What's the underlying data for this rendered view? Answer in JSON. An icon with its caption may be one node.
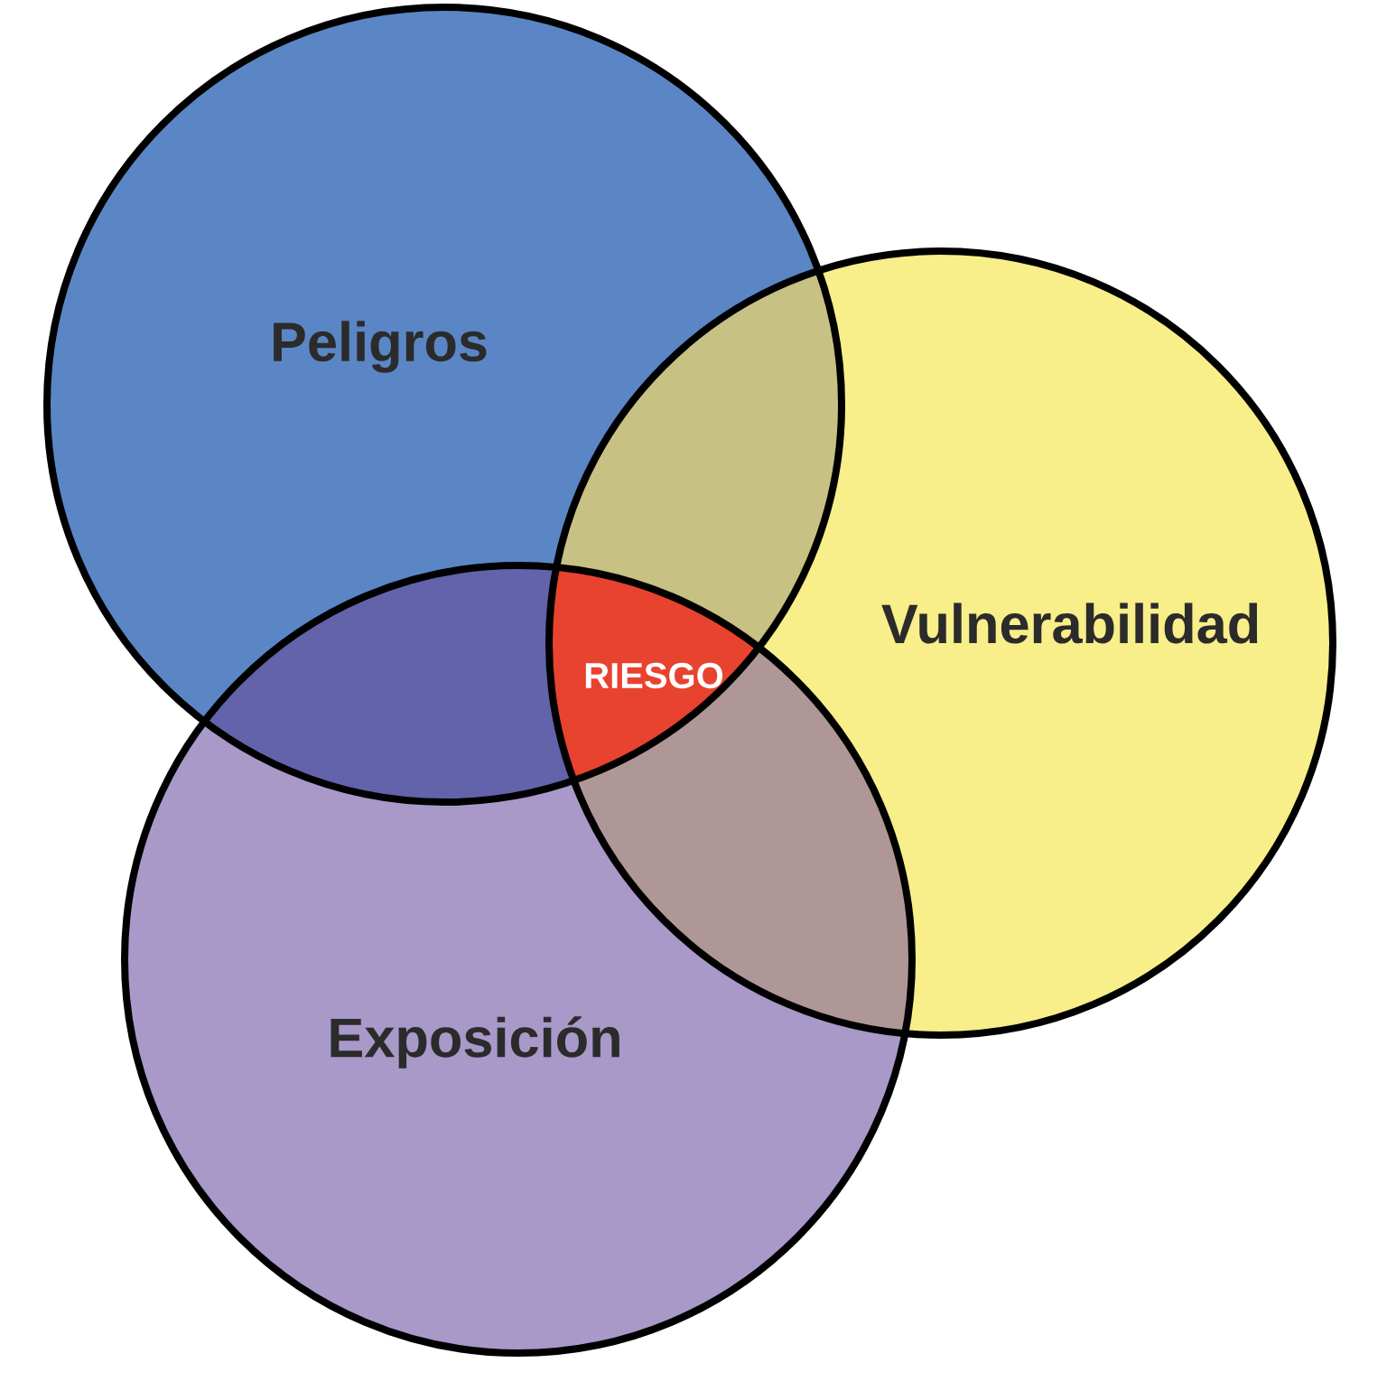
{
  "diagram": {
    "nodes": [
      {
        "text": [
          "Peligros"
        ]
      },
      {
        "text": [
          "Vulnerabilidad"
        ]
      },
      {
        "text": [
          "Exposición"
        ]
      },
      {
        "text": [
          "RIESGO"
        ]
      }
    ]
  }
}
